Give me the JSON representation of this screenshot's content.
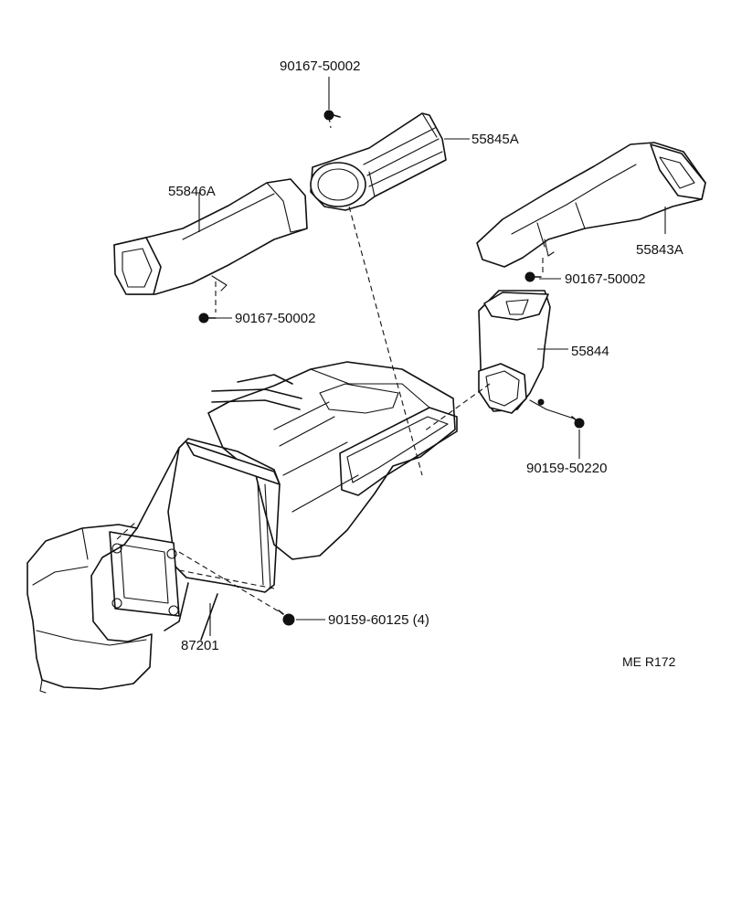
{
  "labels": {
    "bolt_top": "90167-50002",
    "duct_55845A": "55845A",
    "duct_55846A": "55846A",
    "duct_55843A": "55843A",
    "bolt_right": "90167-50002",
    "bolt_left": "90167-50002",
    "duct_55844": "55844",
    "screw_right": "90159-50220",
    "screw_bottom": "90159-60125 (4)",
    "heater_87201": "87201"
  },
  "reference_code": "ME R172"
}
